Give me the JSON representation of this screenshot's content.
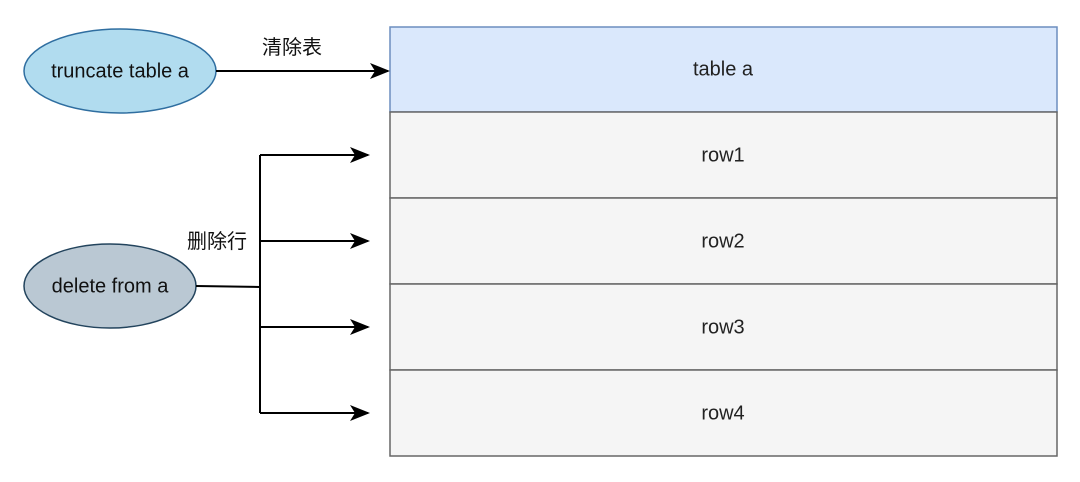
{
  "nodes": {
    "truncate": {
      "label": "truncate table a",
      "fill": "#b1dcef",
      "stroke": "#2f6ea0"
    },
    "delete": {
      "label": "delete from a",
      "fill": "#bac8d3",
      "stroke": "#23445d"
    }
  },
  "edges": {
    "truncate_label": "清除表",
    "delete_label": "删除行"
  },
  "table": {
    "header": {
      "label": "table a",
      "fill": "#dae8fc",
      "stroke": "#6c8ebf"
    },
    "row_fill": "#f5f5f5",
    "row_stroke": "#666666",
    "rows": [
      "row1",
      "row2",
      "row3",
      "row4"
    ]
  }
}
